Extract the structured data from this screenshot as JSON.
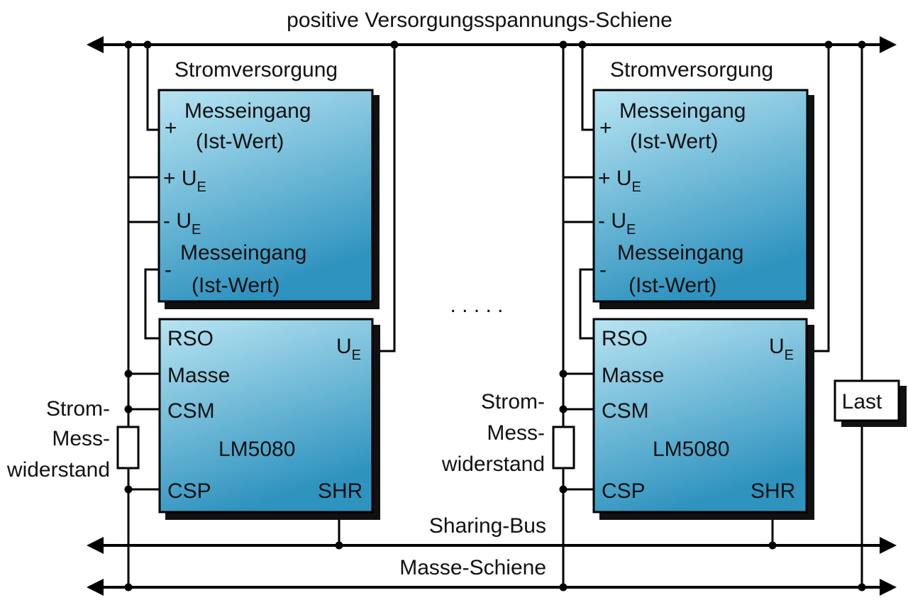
{
  "diagram": {
    "rails": {
      "positive_label": "positive Versorgungsspannungs-Schiene",
      "sharing_bus_label": "Sharing-Bus",
      "ground_label": "Masse-Schiene"
    },
    "modules": [
      {
        "supply_title": "Stromversorgung",
        "meas_plus_line1": "Messeingang",
        "meas_plus_line2": "(Ist-Wert)",
        "plus_sign": "+",
        "ue_plus_sign": "+",
        "ue_main": "U",
        "ue_sub": "E",
        "ue_minus_sign": "-",
        "meas_minus_line1": "Messeingang",
        "meas_minus_line2": "(Ist-Wert)",
        "minus_sign": "-",
        "ic_pins": {
          "rso": "RSO",
          "masse": "Masse",
          "csm": "CSM",
          "csp": "CSP",
          "shr": "SHR",
          "ue_main": "U",
          "ue_sub": "E"
        },
        "ic_name": "LM5080",
        "resistor_label": [
          "Strom-",
          "Mess-",
          "widerstand"
        ]
      },
      {
        "supply_title": "Stromversorgung",
        "meas_plus_line1": "Messeingang",
        "meas_plus_line2": "(Ist-Wert)",
        "plus_sign": "+",
        "ue_plus_sign": "+",
        "ue_main": "U",
        "ue_sub": "E",
        "ue_minus_sign": "-",
        "meas_minus_line1": "Messeingang",
        "meas_minus_line2": "(Ist-Wert)",
        "minus_sign": "-",
        "ic_pins": {
          "rso": "RSO",
          "masse": "Masse",
          "csm": "CSM",
          "csp": "CSP",
          "shr": "SHR",
          "ue_main": "U",
          "ue_sub": "E"
        },
        "ic_name": "LM5080",
        "resistor_label": [
          "Strom-",
          "Mess-",
          "widerstand"
        ]
      }
    ],
    "ellipsis": ". . . . .",
    "load_label": "Last",
    "colors": {
      "box_top": "#b8e4f2",
      "box_bottom": "#2f93bf",
      "wire": "#000000"
    }
  }
}
